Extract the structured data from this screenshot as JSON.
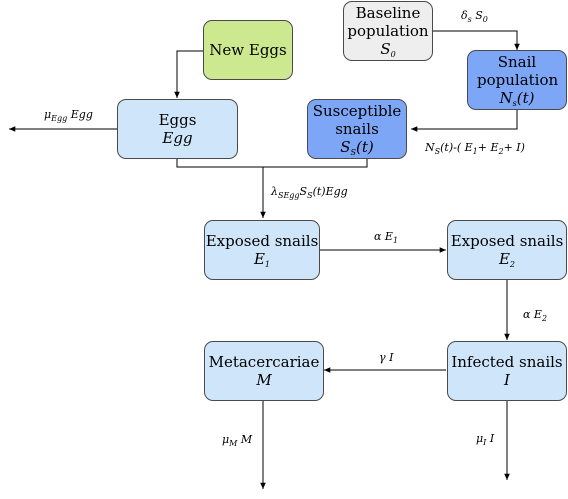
{
  "colors": {
    "green": "#cde98f",
    "grey": "#eeeeee",
    "dark_blue": "#7ea6f7",
    "light_blue": "#cfe6fa",
    "edge": "#000000"
  },
  "nodes": {
    "new_eggs": {
      "title": "New Eggs"
    },
    "baseline": {
      "title": "Baseline population",
      "symbol": "S",
      "symbol_sub": "0"
    },
    "snail_pop": {
      "title": "Snail population",
      "symbol": "N",
      "symbol_sub": "s",
      "symbol_tail": "(t)"
    },
    "eggs": {
      "title": "Eggs",
      "symbol": "Egg"
    },
    "susceptible": {
      "title": "Susceptible snails",
      "symbol": "S",
      "symbol_sub": "S",
      "symbol_tail": "(t)"
    },
    "exposed1": {
      "title": "Exposed snails",
      "symbol": "E",
      "symbol_sub": "1"
    },
    "exposed2": {
      "title": "Exposed snails",
      "symbol": "E",
      "symbol_sub": "2"
    },
    "infected": {
      "title": "Infected snails",
      "symbol": "I"
    },
    "metacercariae": {
      "title": "Metacercariae",
      "symbol": "M"
    }
  },
  "edge_labels": {
    "baseline_rate": {
      "pre": "δ",
      "pre_sub": "s",
      "mid": " S",
      "mid_sub": "0"
    },
    "egg_death": {
      "pre": "μ",
      "pre_sub": "Egg",
      "mid": "  Egg"
    },
    "recruitment": {
      "pre": "N",
      "pre_sub": "S",
      "mid": "(t)-( E",
      "mid_sub": "1",
      "tail": "+ E",
      "tail_sub": "2",
      "end": "+ I)"
    },
    "infection": {
      "pre": "λ",
      "pre_sub": "SEgg",
      "mid": "S",
      "mid_sub": "S",
      "tail": "(t)Egg"
    },
    "alpha_e1": {
      "pre": "α E",
      "pre_sub": "1"
    },
    "alpha_e2": {
      "pre": "α E",
      "pre_sub": "2"
    },
    "gamma_i": {
      "pre": "γ I"
    },
    "mu_m": {
      "pre": "μ",
      "pre_sub": "M",
      "mid": "  M"
    },
    "mu_i": {
      "pre": "μ",
      "pre_sub": "I",
      "mid": "  I"
    }
  }
}
